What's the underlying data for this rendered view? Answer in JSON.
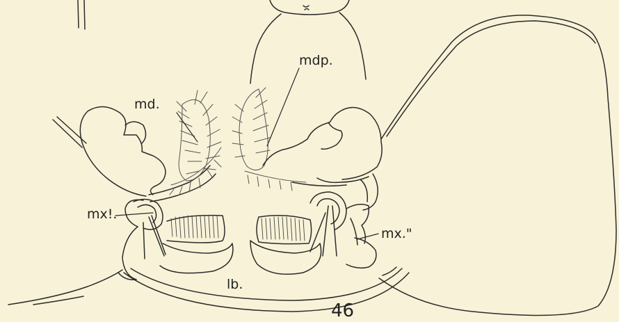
{
  "figure": {
    "labels": {
      "md": "md.",
      "mdp": "mdp.",
      "mx1": "mx!.",
      "mx2": "mx.\"",
      "lb": "lb."
    },
    "figure_number": "46"
  },
  "colors": {
    "background": "#f8f2d8",
    "ink": "#2a2a2a"
  }
}
